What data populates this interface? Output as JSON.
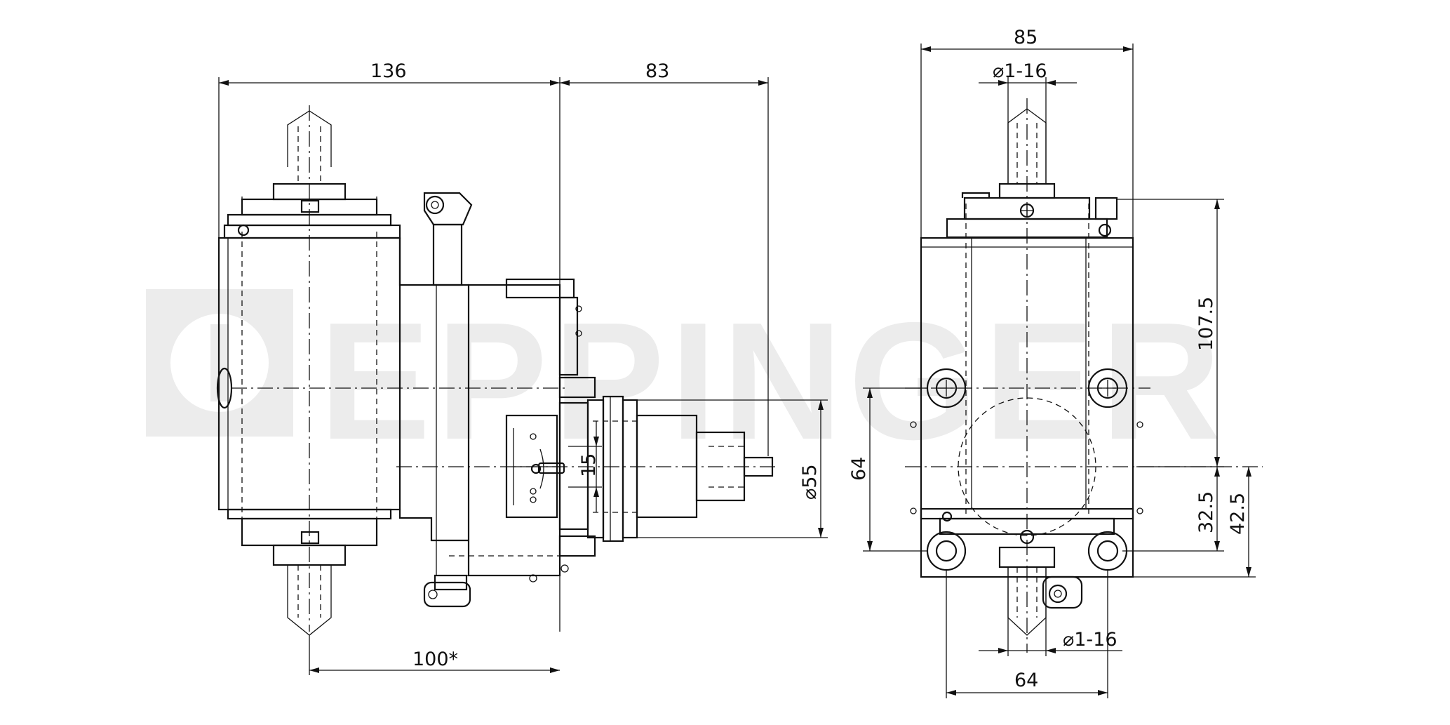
{
  "watermark": {
    "text": "EPPINGER",
    "color": "#ececec"
  },
  "views": {
    "side_view": {
      "dimensions": {
        "overall_body_width": "136",
        "output_extension": "83",
        "bottom_offset": "100*",
        "output_diameter": "⌀55",
        "center_offset": "15"
      }
    },
    "end_view": {
      "dimensions": {
        "width": "85",
        "top_thread": "⌀1-16",
        "bottom_thread": "⌀1-16",
        "bolt_spacing_height": "64",
        "bottom_width": "64",
        "height_top": "107.5",
        "height_center": "32.5",
        "height_bottom": "42.5"
      }
    }
  },
  "colors": {
    "line": "#111111",
    "background": "#ffffff"
  }
}
